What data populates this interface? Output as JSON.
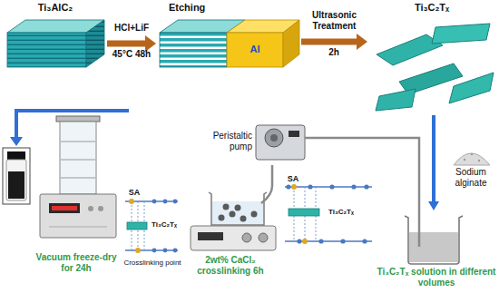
{
  "diagram": {
    "nodes": [
      {
        "text": [
          "Ti₃AlC₂"
        ]
      },
      {
        "text": [
          "Etching",
          "Al"
        ]
      },
      {
        "text": [
          "Ti₃C₂Tₓ"
        ]
      },
      {
        "text": [
          "Sodium alginate"
        ]
      },
      {
        "text": [
          "Peristaltic pump"
        ]
      },
      {
        "text": [
          "Ti₃C₂Tₓ solution in different volumes"
        ]
      },
      {
        "text": [
          "2wt% CaCl₂ crosslinking 6h"
        ]
      },
      {
        "text": [
          "Vacuum freeze-dry for 24h"
        ]
      }
    ],
    "edges": [
      {
        "from": 0,
        "to": 1,
        "arrow": "to",
        "label": "HCl+LiF"
      },
      {
        "from": 1,
        "to": 2,
        "arrow": "to",
        "label": "Ultrasonic Treatment"
      },
      {
        "from": 2,
        "to": 5,
        "arrow": "to"
      },
      {
        "from": 5,
        "to": 4,
        "arrow": "none"
      },
      {
        "from": 4,
        "to": 6,
        "arrow": "none"
      }
    ],
    "labels": [
      "45°C 48h",
      "2h",
      "SA",
      "Ti₃C₂Tₓ",
      "SA",
      "Ti₃C₂Tₓ",
      "Crosslinking point"
    ]
  }
}
